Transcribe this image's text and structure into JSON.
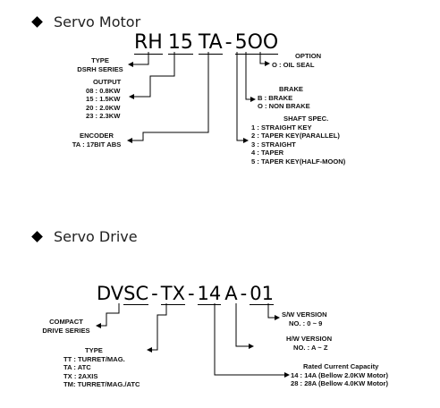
{
  "servo_motor": {
    "title": "Servo Motor",
    "code": [
      "RH",
      "15",
      "TA",
      "-",
      "5",
      "O",
      "O"
    ],
    "type": {
      "heading": "TYPE",
      "items": [
        "DSRH SERIES"
      ]
    },
    "output": {
      "heading": "OUTPUT",
      "items": [
        "08 : 0.8KW",
        "15 : 1.5KW",
        "20 : 2.0KW",
        "23 : 2.3KW"
      ]
    },
    "encoder": {
      "heading": "ENCODER",
      "items": [
        "TA : 17BIT ABS"
      ]
    },
    "option": {
      "heading": "OPTION",
      "items": [
        "O : OIL SEAL"
      ]
    },
    "brake": {
      "heading": "BRAKE",
      "items": [
        "B : BRAKE",
        "O : NON BRAKE"
      ]
    },
    "shaft": {
      "heading": "SHAFT SPEC.",
      "items": [
        "1 : STRAIGHT KEY",
        "2 : TAPER KEY(PARALLEL)",
        "3 : STRAIGHT",
        "4 : TAPER",
        "5 : TAPER KEY(HALF-MOON)"
      ]
    }
  },
  "servo_drive": {
    "title": "Servo Drive",
    "code": [
      "DV",
      "SC",
      "-",
      "TX",
      "-",
      "14",
      "A",
      "-",
      "01"
    ],
    "compact": {
      "items": [
        "COMPACT",
        "DRIVE SERIES"
      ]
    },
    "type": {
      "heading": "TYPE",
      "items": [
        "TT : TURRET/MAG.",
        "TA : ATC",
        "TX : 2AXIS",
        "TM: TURRET/MAG./ATC"
      ]
    },
    "sw": {
      "heading": "S/W VERSION",
      "items": [
        "NO. : 0 ~ 9"
      ]
    },
    "hw": {
      "heading": "H/W VERSION",
      "items": [
        "NO. : A ~ Z"
      ]
    },
    "current": {
      "heading": "Rated Current Capacity",
      "items": [
        "14 : 14A (Bellow 2.0KW Motor)",
        "28 : 28A (Bellow 4.0KW Motor)"
      ]
    }
  }
}
